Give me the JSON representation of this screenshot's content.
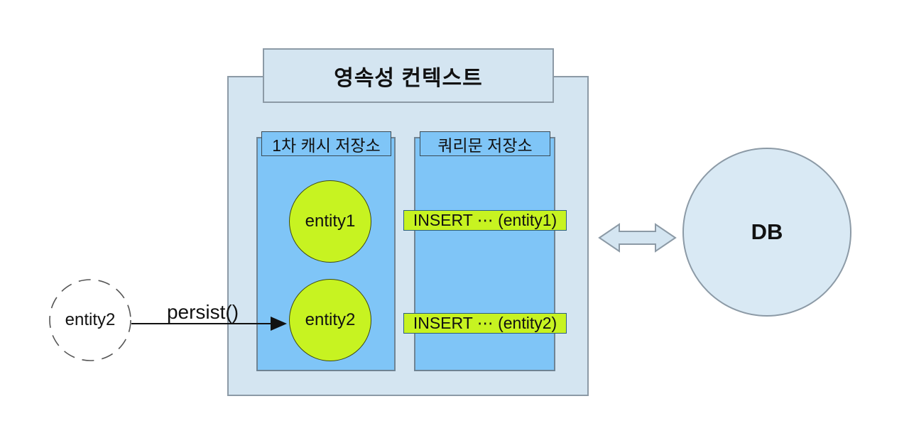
{
  "diagram": {
    "title": "영속성 컨텍스트",
    "cache_store": {
      "label": "1차 캐시 저장소",
      "entities": [
        "entity1",
        "entity2"
      ]
    },
    "query_store": {
      "label": "쿼리문 저장소",
      "queries": [
        "INSERT ⋯ (entity1)",
        "INSERT ⋯ (entity2)"
      ]
    },
    "detached_entity": "entity2",
    "persist_label": "persist()",
    "db_label": "DB"
  },
  "colors": {
    "container_fill": "#D4E5F1",
    "container_border": "#8C9AA6",
    "inner_fill": "#7FC5F7",
    "entity_fill": "#C7F321",
    "db_fill": "#D9E9F4",
    "arrow_ink": "#111111"
  }
}
